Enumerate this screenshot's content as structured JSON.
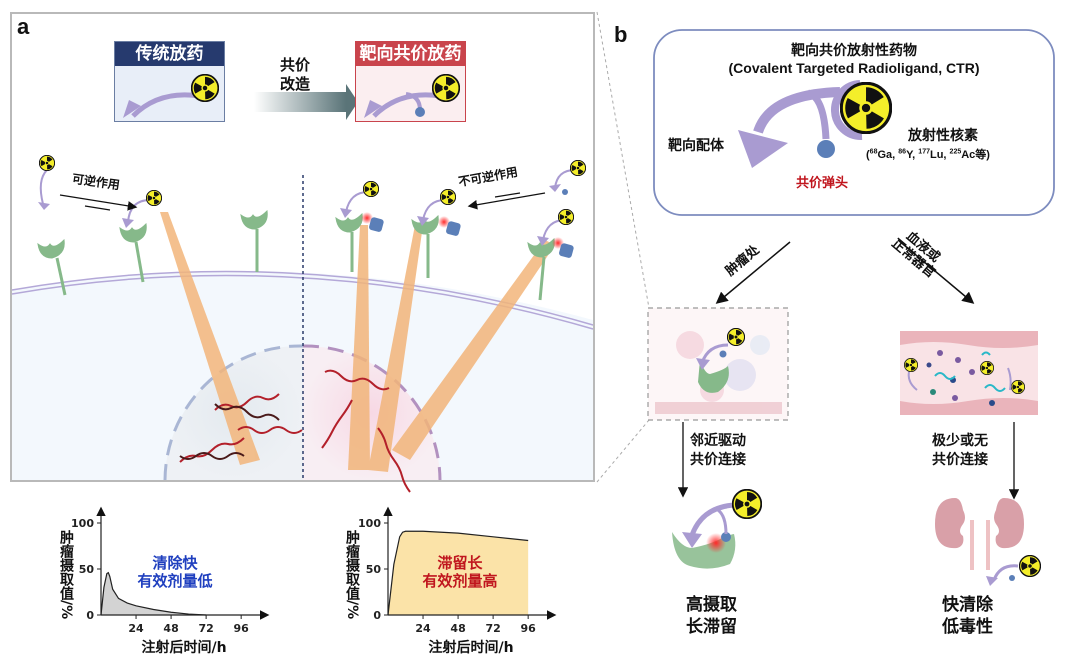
{
  "panel_a": {
    "letter": "a",
    "conventional_box_title": "传统放药",
    "covalent_box_title": "靶向共价放药",
    "modification_arrow_label_line1": "共价",
    "modification_arrow_label_line2": "改造",
    "reversible_label": "可逆作用",
    "irreversible_label": "不可逆作用",
    "colors": {
      "conventional_header": "#263a6e",
      "conventional_bg": "#e8eef8",
      "covalent_header": "#c9444c",
      "covalent_bg": "#fbeef0",
      "ligand": "#a99bd1",
      "warhead": "#5b7fb8",
      "receptor": "#86b98a",
      "radiation_beam": "#f2b57a",
      "dna": "#b3202a"
    }
  },
  "chart_data": [
    {
      "type": "area",
      "title": "",
      "annotation_line1": "清除快",
      "annotation_line2": "有效剂量低",
      "annotation_color": "#1f3fbf",
      "fill_color": "#d3d3d3",
      "xlabel": "注射后时间/h",
      "ylabel": "肿瘤摄取值/%",
      "xticks": [
        "24",
        "48",
        "72",
        "96"
      ],
      "xtick_values": [
        24,
        48,
        72,
        96
      ],
      "yticks": [
        "0",
        "50",
        "100"
      ],
      "ytick_values": [
        0,
        50,
        100
      ],
      "xlim": [
        0,
        100
      ],
      "ylim": [
        0,
        105
      ],
      "x": [
        0,
        2,
        4,
        5,
        6,
        8,
        12,
        18,
        24,
        36,
        48,
        60,
        72
      ],
      "y": [
        0,
        30,
        45,
        46,
        42,
        28,
        18,
        13,
        10,
        6,
        3,
        1,
        0
      ]
    },
    {
      "type": "area",
      "title": "",
      "annotation_line1": "滞留长",
      "annotation_line2": "有效剂量高",
      "annotation_color": "#c0161e",
      "fill_color": "#fbe3a8",
      "xlabel": "注射后时间/h",
      "ylabel": "肿瘤摄取值/%",
      "xticks": [
        "24",
        "48",
        "72",
        "96"
      ],
      "xtick_values": [
        24,
        48,
        72,
        96
      ],
      "yticks": [
        "0",
        "50",
        "100"
      ],
      "ytick_values": [
        0,
        50,
        100
      ],
      "xlim": [
        0,
        100
      ],
      "ylim": [
        0,
        105
      ],
      "x": [
        0,
        4,
        8,
        10,
        12,
        24,
        48,
        72,
        96
      ],
      "y": [
        0,
        55,
        85,
        90,
        91,
        91,
        89,
        85,
        81
      ]
    }
  ],
  "panel_b": {
    "letter": "b",
    "ctr_title_cn": "靶向共价放射性药物",
    "ctr_title_en": "(Covalent Targeted Radioligand, CTR)",
    "targeting_ligand_label": "靶向配体",
    "radionuclide_label": "放射性核素",
    "radionuclide_examples": {
      "open": "(",
      "iso1_mass": "68",
      "iso1_el": "Ga, ",
      "iso2_mass": "86",
      "iso2_el": "Y, ",
      "iso3_mass": "177",
      "iso3_el": "Lu, ",
      "iso4_mass": "225",
      "iso4_el": "Ac等)"
    },
    "warhead_label": "共价弹头",
    "warhead_label_color": "#c0161e",
    "tumor_site_label": "肿瘤处",
    "blood_label_line1": "血液或",
    "blood_label_line2": "正常器官",
    "proximity_label_line1": "邻近驱动",
    "proximity_label_line2": "共价连接",
    "minimal_label_line1": "极少或无",
    "minimal_label_line2": "共价连接",
    "outcome_tumor_line1": "高摄取",
    "outcome_tumor_line2": "长滞留",
    "outcome_normal_line1": "快清除",
    "outcome_normal_line2": "低毒性"
  }
}
